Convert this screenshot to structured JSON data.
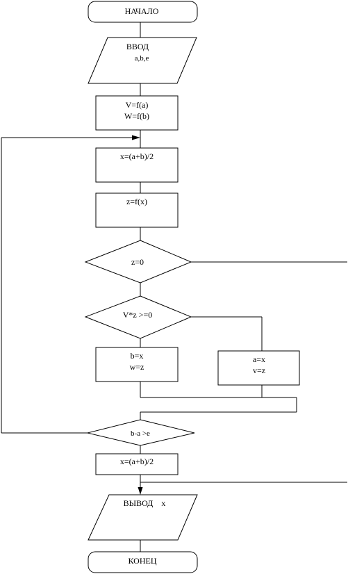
{
  "flowchart": {
    "start": "НАЧАЛО",
    "input": {
      "title": "ВВОД",
      "vars": "a,b,e"
    },
    "init": {
      "line1": "V=f(a)",
      "line2": "W=f(b)"
    },
    "midpoint": "x=(a+b)/2",
    "eval": "z=f(x)",
    "check_zero": "z=0",
    "check_sign": "V*z >=0",
    "branch_left": {
      "line1": "b=x",
      "line2": "w=z"
    },
    "branch_right": {
      "line1": "a=x",
      "line2": "v=z"
    },
    "loop_check": "b-a >e",
    "final_midpoint": "x=(a+b)/2",
    "output": "ВЫВОД    x",
    "end": "КОНЕЦ"
  }
}
